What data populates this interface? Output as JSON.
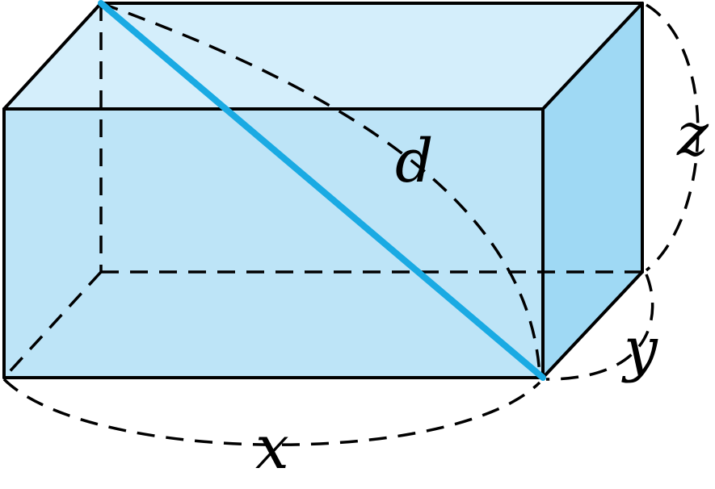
{
  "colors": {
    "front_face": "#bde4f7",
    "top_face": "#d4eefb",
    "side_face": "#9fd9f4",
    "edge": "#000000",
    "space_diagonal": "#1aaae3"
  },
  "labels": {
    "diagonal": "d",
    "length": "x",
    "depth": "y",
    "height": "z"
  }
}
